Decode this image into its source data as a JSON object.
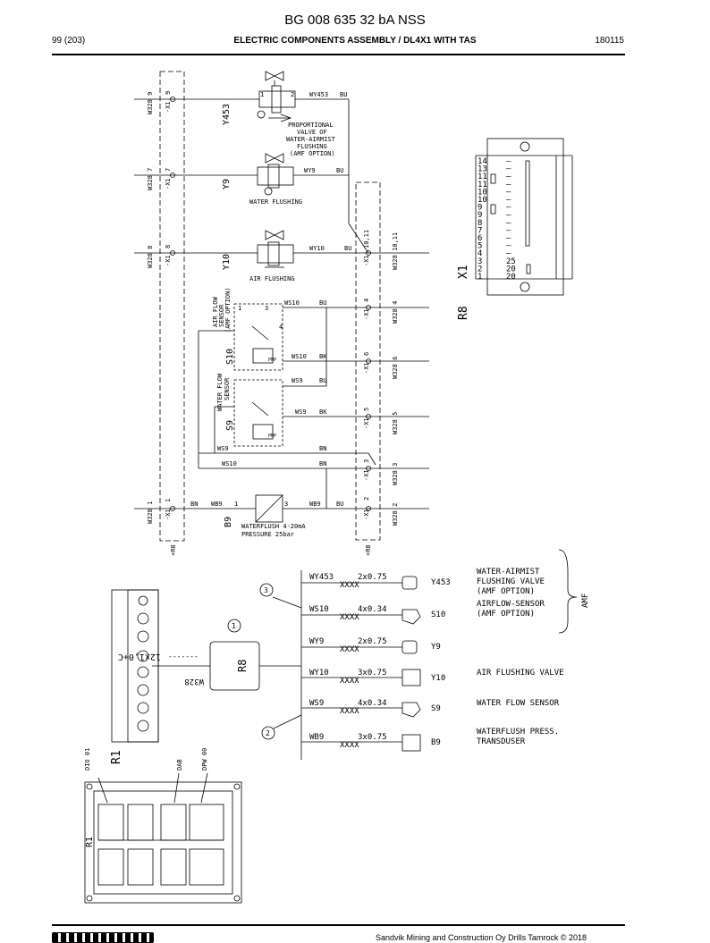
{
  "header": {
    "doc_title": "BG 008 635 32 bA NSS",
    "page": "99 (203)",
    "section": "ELECTRIC COMPONENTS ASSEMBLY / DL4X1 WITH TAS",
    "date": "180115"
  },
  "footer": {
    "text": "Sandvik Mining and Construction Oy Drills Tamrock © 2018"
  },
  "schematic": {
    "left_terminal": {
      "wires": [
        "W328 9",
        "W328 7",
        "W328 8",
        "W328 1"
      ],
      "pins": [
        "9",
        "7",
        "8",
        "1"
      ],
      "strip": "-X1",
      "plug": "+R8"
    },
    "right_terminal": {
      "wires": [
        "W328 10,11",
        "W328 4",
        "W328 6",
        "W328 5",
        "W328 3",
        "W328 2"
      ],
      "pins": [
        "10,11",
        "4",
        "6",
        "5",
        "3",
        "2"
      ],
      "strip": "-X1",
      "plug": "+R8"
    },
    "components": {
      "y453": {
        "ref": "Y453",
        "wire": "WY453",
        "color": "BU",
        "desc": [
          "PROPORTIONAL",
          "VALVE OF",
          "WATER-AIRMIST",
          "FLUSHING",
          "(AMF OPTION)"
        ]
      },
      "y9": {
        "ref": "Y9",
        "wire": "WY9",
        "color": "BU",
        "desc": "WATER FLUSHING"
      },
      "y10": {
        "ref": "Y10",
        "wire": "WY10",
        "color": "BU",
        "desc": "AIR FLUSHING"
      },
      "s10": {
        "ref": "S10",
        "label": [
          "AIR FLOW",
          "SENSOR",
          "(AMF OPTION)"
        ],
        "wire_bu": "WS10",
        "c_bu": "BU",
        "wire_bk": "WS10",
        "c_bk": "BK"
      },
      "s9": {
        "ref": "S9",
        "label": [
          "WATER FLOW",
          "SENSOR"
        ],
        "wire_bu": "WS9",
        "c_bu": "BU",
        "wire_bk": "WS9",
        "c_bk": "BK"
      },
      "bn_ws9": {
        "wire": "WS9",
        "color": "BN"
      },
      "bn_ws10": {
        "wire": "WS10",
        "color": "BN"
      },
      "b9": {
        "ref": "B9",
        "wire_in": "WB9",
        "c_in": "BN",
        "wire_out": "WB9",
        "c_out": "BU",
        "desc": [
          "WATERFLUSH 4-20mA",
          "PRESSURE   25bar"
        ]
      }
    },
    "pin_nums": {
      "one": "1",
      "two": "2",
      "three": "3",
      "four": "4",
      "pnp": "PNP"
    },
    "x1_block": {
      "ref": "X1",
      "ref2": "R8",
      "rows": [
        {
          "n": "14",
          "v": "–"
        },
        {
          "n": "13",
          "v": "–"
        },
        {
          "n": "11",
          "v": "–"
        },
        {
          "n": "11",
          "v": "–"
        },
        {
          "n": "10",
          "v": "–"
        },
        {
          "n": "10",
          "v": "–"
        },
        {
          "n": "9",
          "v": "–"
        },
        {
          "n": "9",
          "v": "–"
        },
        {
          "n": "8",
          "v": "–"
        },
        {
          "n": "7",
          "v": "–"
        },
        {
          "n": "6",
          "v": "–"
        },
        {
          "n": "5",
          "v": "–"
        },
        {
          "n": "4",
          "v": "–"
        },
        {
          "n": "3",
          "v": "25"
        },
        {
          "n": "2",
          "v": "20"
        },
        {
          "n": "1",
          "v": "20"
        }
      ]
    },
    "cables": [
      {
        "wire": "WY453",
        "spec": "2x0.75",
        "code": "XXXX",
        "ref": "Y453",
        "desc": [
          "WATER-AIRMIST",
          "FLUSHING VALVE",
          "(AMF OPTION)"
        ]
      },
      {
        "wire": "WS10",
        "spec": "4x0.34",
        "code": "XXXX",
        "ref": "S10",
        "desc": [
          "AIRFLOW-SENSOR",
          "(AMF OPTION)"
        ]
      },
      {
        "wire": "WY9",
        "spec": "2x0.75",
        "code": "XXXX",
        "ref": "Y9",
        "desc": []
      },
      {
        "wire": "WY10",
        "spec": "3x0.75",
        "code": "XXXX",
        "ref": "Y10",
        "desc": [
          "AIR FLUSHING VALVE"
        ]
      },
      {
        "wire": "WS9",
        "spec": "4x0.34",
        "code": "XXXX",
        "ref": "S9",
        "desc": [
          "WATER FLOW SENSOR"
        ]
      },
      {
        "wire": "WB9",
        "spec": "3x0.75",
        "code": "XXXX",
        "ref": "B9",
        "desc": [
          "WATERFLUSH PRESS.",
          "TRANSDUSER"
        ]
      }
    ],
    "amf": "AMF",
    "callouts": {
      "c1": "1",
      "c2": "2",
      "c3": "3"
    },
    "box": {
      "ref": "R8",
      "cable": "W328",
      "conn": "12x1,0+C",
      "dash": "-------"
    },
    "r1": {
      "ref": "R1",
      "dio": "DIO 01",
      "dab": "DAB",
      "dpw": "DPW 00"
    }
  }
}
